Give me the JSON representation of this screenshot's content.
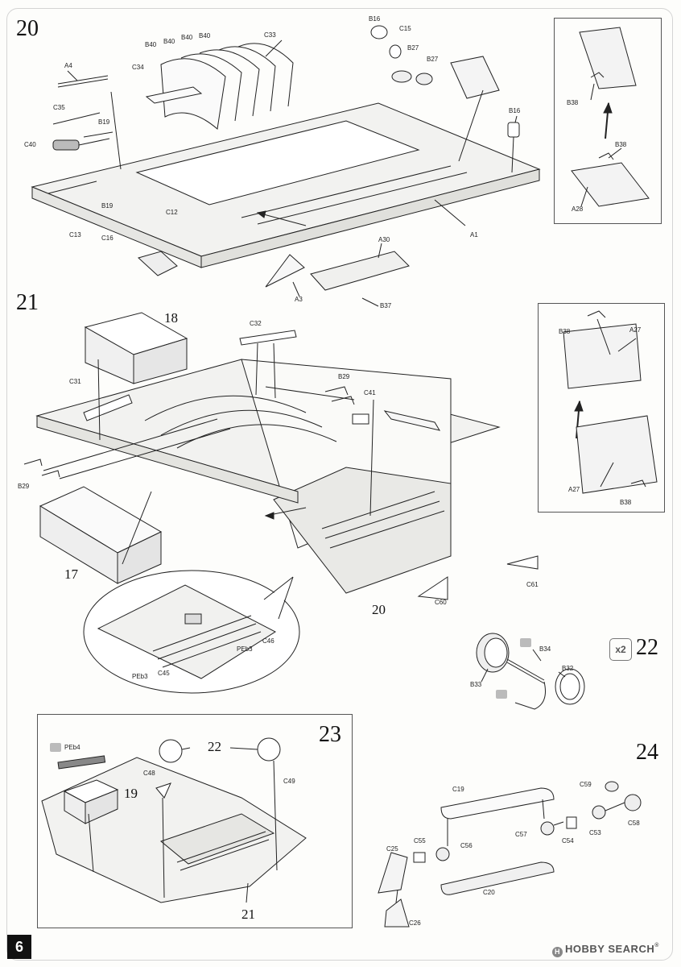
{
  "page": {
    "number": "6",
    "watermark": "HOBBY SEARCH",
    "watermark_logo_letter": "H",
    "watermark_mark": "®"
  },
  "steps": {
    "s20": {
      "number": "20",
      "labels": [
        "B16",
        "C15",
        "B27",
        "B27",
        "B40",
        "B40",
        "B40",
        "B40",
        "C33",
        "A4",
        "C34",
        "C35",
        "B19",
        "C40",
        "B19",
        "C12",
        "C13",
        "C16",
        "A30",
        "B37",
        "A3",
        "A1",
        "B16",
        "B38",
        "B38",
        "A28"
      ]
    },
    "s21": {
      "number": "21",
      "sub_18": "18",
      "sub_17": "17",
      "sub_20": "20",
      "labels": [
        "C32",
        "C31",
        "B29",
        "C41",
        "B29",
        "C61",
        "C60",
        "PEb3",
        "C46",
        "PEb3",
        "C45",
        "B38",
        "A27",
        "A27",
        "B38"
      ]
    },
    "s22": {
      "number": "22",
      "qty": "x2",
      "labels": [
        "B34",
        "B32",
        "B33"
      ]
    },
    "s23": {
      "number": "23",
      "sub_22": "22",
      "sub_19": "19",
      "sub_21": "21",
      "labels": [
        "PEb4",
        "C48",
        "C49"
      ]
    },
    "s24": {
      "number": "24",
      "labels": [
        "C19",
        "C59",
        "C58",
        "C53",
        "C54",
        "C57",
        "C25",
        "C55",
        "C56",
        "C20",
        "C26"
      ]
    }
  }
}
